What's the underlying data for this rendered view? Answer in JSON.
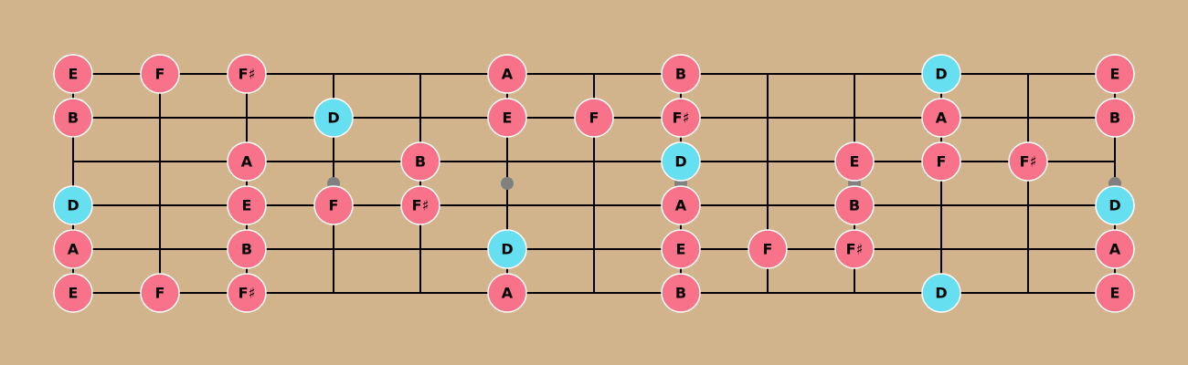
{
  "colors": {
    "background": "#D2B48C",
    "line": "#000000",
    "inlay": "#808080",
    "note": "#F87389",
    "root": "#66E0F0",
    "note_border": "#FFFFFF"
  },
  "fretboard": {
    "strings": 6,
    "frets": 12,
    "inlay_frets": [
      3,
      5,
      7,
      9,
      12
    ]
  },
  "notes": [
    {
      "string": 0,
      "fret": 0,
      "label": "E",
      "root": false
    },
    {
      "string": 0,
      "fret": 1,
      "label": "F",
      "root": false
    },
    {
      "string": 0,
      "fret": 2,
      "label": "F♯",
      "root": false
    },
    {
      "string": 0,
      "fret": 5,
      "label": "A",
      "root": false
    },
    {
      "string": 0,
      "fret": 7,
      "label": "B",
      "root": false
    },
    {
      "string": 0,
      "fret": 10,
      "label": "D",
      "root": true
    },
    {
      "string": 0,
      "fret": 12,
      "label": "E",
      "root": false
    },
    {
      "string": 1,
      "fret": 0,
      "label": "B",
      "root": false
    },
    {
      "string": 1,
      "fret": 3,
      "label": "D",
      "root": true
    },
    {
      "string": 1,
      "fret": 5,
      "label": "E",
      "root": false
    },
    {
      "string": 1,
      "fret": 6,
      "label": "F",
      "root": false
    },
    {
      "string": 1,
      "fret": 7,
      "label": "F♯",
      "root": false
    },
    {
      "string": 1,
      "fret": 10,
      "label": "A",
      "root": false
    },
    {
      "string": 1,
      "fret": 12,
      "label": "B",
      "root": false
    },
    {
      "string": 2,
      "fret": 2,
      "label": "A",
      "root": false
    },
    {
      "string": 2,
      "fret": 4,
      "label": "B",
      "root": false
    },
    {
      "string": 2,
      "fret": 7,
      "label": "D",
      "root": true
    },
    {
      "string": 2,
      "fret": 9,
      "label": "E",
      "root": false
    },
    {
      "string": 2,
      "fret": 10,
      "label": "F",
      "root": false
    },
    {
      "string": 2,
      "fret": 11,
      "label": "F♯",
      "root": false
    },
    {
      "string": 3,
      "fret": 0,
      "label": "D",
      "root": true
    },
    {
      "string": 3,
      "fret": 2,
      "label": "E",
      "root": false
    },
    {
      "string": 3,
      "fret": 3,
      "label": "F",
      "root": false
    },
    {
      "string": 3,
      "fret": 4,
      "label": "F♯",
      "root": false
    },
    {
      "string": 3,
      "fret": 7,
      "label": "A",
      "root": false
    },
    {
      "string": 3,
      "fret": 9,
      "label": "B",
      "root": false
    },
    {
      "string": 3,
      "fret": 12,
      "label": "D",
      "root": true
    },
    {
      "string": 4,
      "fret": 0,
      "label": "A",
      "root": false
    },
    {
      "string": 4,
      "fret": 2,
      "label": "B",
      "root": false
    },
    {
      "string": 4,
      "fret": 5,
      "label": "D",
      "root": true
    },
    {
      "string": 4,
      "fret": 7,
      "label": "E",
      "root": false
    },
    {
      "string": 4,
      "fret": 8,
      "label": "F",
      "root": false
    },
    {
      "string": 4,
      "fret": 9,
      "label": "F♯",
      "root": false
    },
    {
      "string": 4,
      "fret": 12,
      "label": "A",
      "root": false
    },
    {
      "string": 5,
      "fret": 0,
      "label": "E",
      "root": false
    },
    {
      "string": 5,
      "fret": 1,
      "label": "F",
      "root": false
    },
    {
      "string": 5,
      "fret": 2,
      "label": "F♯",
      "root": false
    },
    {
      "string": 5,
      "fret": 5,
      "label": "A",
      "root": false
    },
    {
      "string": 5,
      "fret": 7,
      "label": "B",
      "root": false
    },
    {
      "string": 5,
      "fret": 10,
      "label": "D",
      "root": true
    },
    {
      "string": 5,
      "fret": 12,
      "label": "E",
      "root": false
    }
  ]
}
